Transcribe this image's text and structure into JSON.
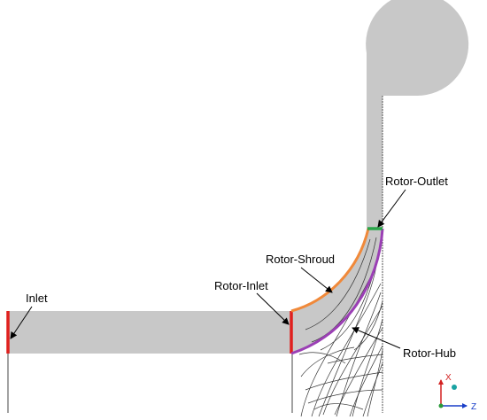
{
  "labels": {
    "inlet": "Inlet",
    "rotor_inlet": "Rotor-Inlet",
    "rotor_shroud": "Rotor-Shroud",
    "rotor_outlet": "Rotor-Outlet",
    "rotor_hub": "Rotor-Hub"
  },
  "axes": {
    "x": "X",
    "z": "Z"
  },
  "colors": {
    "fluid_domain": "#c8c8c8",
    "inlet": "#e0201e",
    "rotor_inlet": "#e0201e",
    "rotor_shroud": "#f0893a",
    "rotor_outlet": "#2aa64a",
    "rotor_hub": "#9b3fb5",
    "blades": "#333333",
    "axis_x": "#d22020",
    "axis_z": "#1a3fc8",
    "axis_y_dot": "#1aa3a3"
  }
}
